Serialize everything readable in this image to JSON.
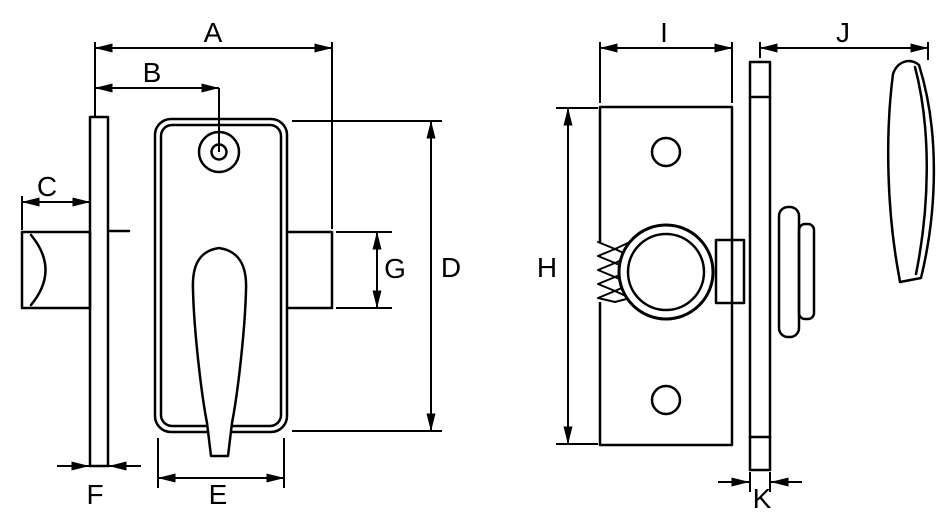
{
  "colors": {
    "line": "#000000",
    "background": "#ffffff"
  },
  "dimension_labels": {
    "a": "A",
    "b": "B",
    "c": "C",
    "d": "D",
    "e": "E",
    "f": "F",
    "g": "G",
    "h": "H",
    "i": "I",
    "j": "J",
    "k": "K"
  }
}
